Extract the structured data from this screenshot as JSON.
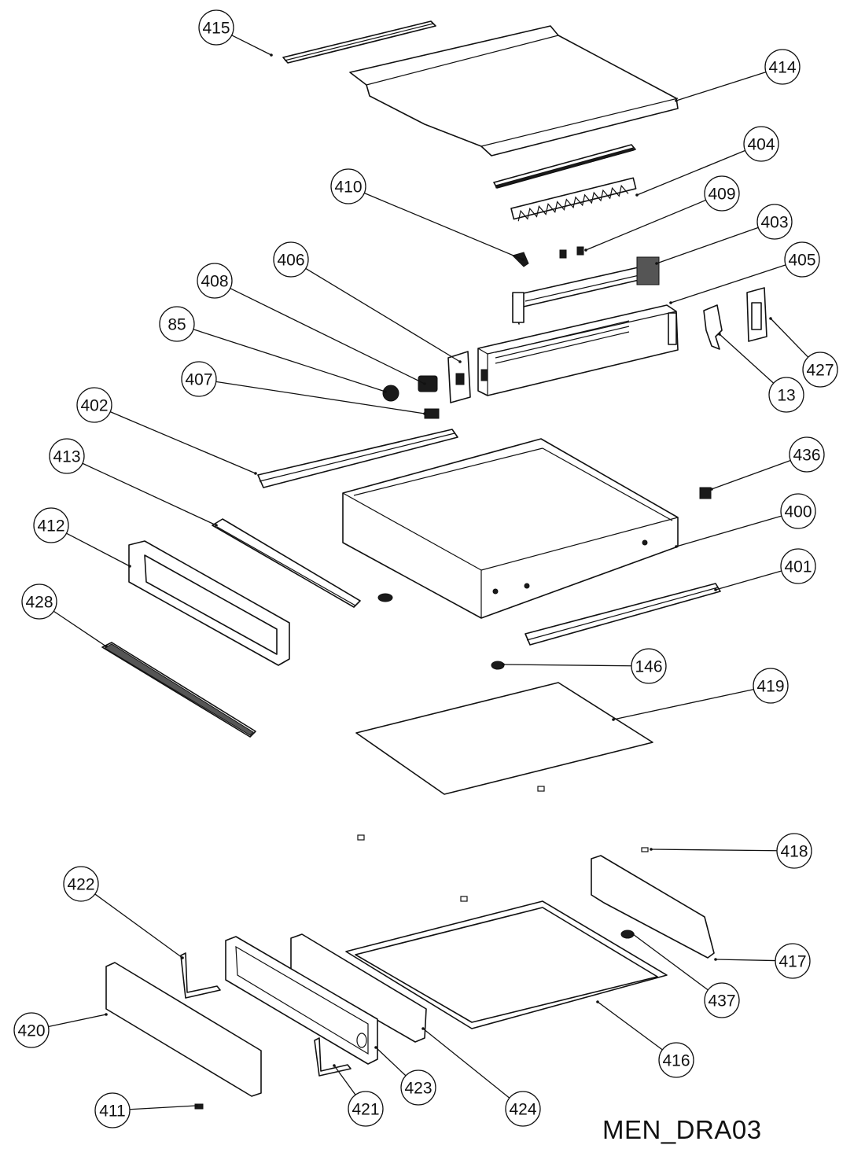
{
  "drawing_code": "MEN_DRA03",
  "callouts": [
    "415",
    "414",
    "404",
    "410",
    "409",
    "403",
    "406",
    "405",
    "408",
    "85",
    "427",
    "13",
    "407",
    "402",
    "436",
    "413",
    "400",
    "412",
    "401",
    "428",
    "146",
    "419",
    "418",
    "422",
    "417",
    "437",
    "420",
    "416",
    "423",
    "424",
    "411",
    "421"
  ]
}
